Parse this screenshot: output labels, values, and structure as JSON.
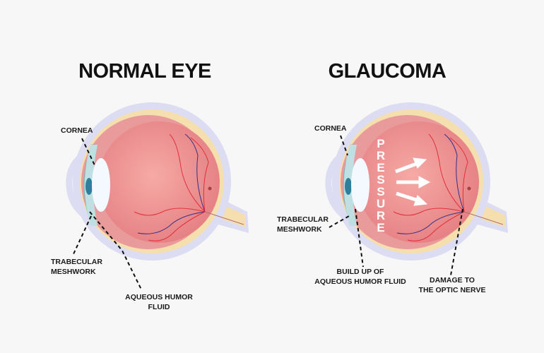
{
  "titles": {
    "normal": "NORMAL EYE",
    "glaucoma": "GLAUCOMA"
  },
  "normal_labels": {
    "cornea": "CORNEA",
    "trabecular_1": "TRABECULAR",
    "trabecular_2": "MESHWORK",
    "aqueous_1": "AQUEOUS HUMOR",
    "aqueous_2": "FLUID"
  },
  "glaucoma_labels": {
    "cornea": "CORNEA",
    "trabecular_1": "TRABECULAR",
    "trabecular_2": "MESHWORK",
    "buildup_1": "BUILD UP OF",
    "buildup_2": "AQUEOUS HUMOR FLUID",
    "damage_1": "DAMAGE TO",
    "damage_2": "THE OPTIC NERVE",
    "pressure": [
      "P",
      "R",
      "E",
      "S",
      "S",
      "U",
      "R",
      "E"
    ]
  },
  "colors": {
    "background": "#f7f7f7",
    "eyeball": "#ec8a8a",
    "sclera": "#f6dfae",
    "outer": "#dcdcf2",
    "cornea": "#a9d3d6",
    "iris": "#2e7f9c"
  }
}
